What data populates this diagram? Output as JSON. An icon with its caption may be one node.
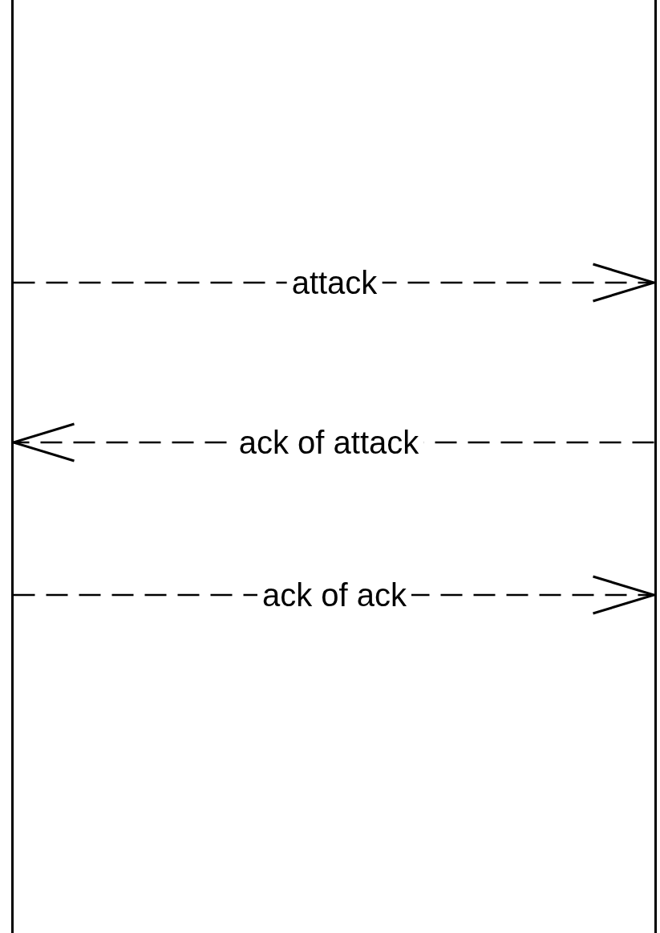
{
  "diagram": {
    "nodes": [
      {
        "text": [],
        "shape": "line"
      },
      {
        "text": [],
        "shape": "line"
      }
    ],
    "edges": [
      {
        "from": 0,
        "to": 1,
        "arrow": "to",
        "label": "attack",
        "style": "dashed"
      },
      {
        "from": 1,
        "to": 0,
        "arrow": "to",
        "label": "ack of attack",
        "style": "dashed"
      },
      {
        "from": 0,
        "to": 1,
        "arrow": "to",
        "label": "ack of ack",
        "style": "dashed"
      }
    ]
  }
}
